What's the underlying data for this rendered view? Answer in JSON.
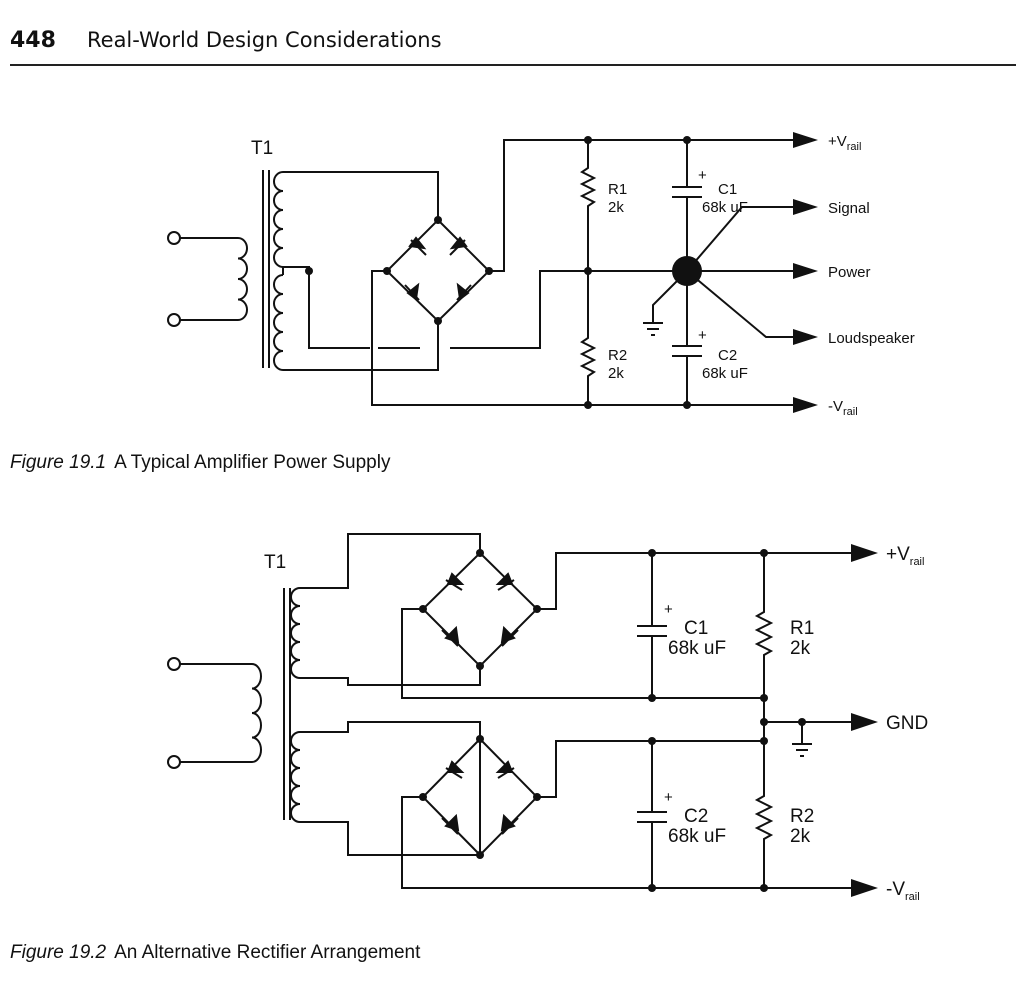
{
  "header": {
    "page_number": "448",
    "running_title": "Real-World Design Considerations"
  },
  "figure1": {
    "transformer": "T1",
    "r1": {
      "name": "R1",
      "value": "2k"
    },
    "r2": {
      "name": "R2",
      "value": "2k"
    },
    "c1": {
      "name": "C1",
      "value": "68k uF",
      "polarity": "+"
    },
    "c2": {
      "name": "C2",
      "value": "68k uF",
      "polarity": "+"
    },
    "rail_pos": {
      "main": "+V",
      "sub": "rail"
    },
    "rail_neg": {
      "main": "-V",
      "sub": "rail"
    },
    "outputs": [
      "Signal",
      "Power",
      "Loudspeaker"
    ],
    "caption_number": "Figure 19.1",
    "caption_text": "A Typical Amplifier Power Supply"
  },
  "figure2": {
    "transformer": "T1",
    "c1": {
      "name": "C1",
      "value": "68k uF",
      "polarity": "+"
    },
    "c2": {
      "name": "C2",
      "value": "68k uF",
      "polarity": "+"
    },
    "r1": {
      "name": "R1",
      "value": "2k"
    },
    "r2": {
      "name": "R2",
      "value": "2k"
    },
    "rail_pos": {
      "main": "+V",
      "sub": "rail"
    },
    "rail_neg": {
      "main": "-V",
      "sub": "rail"
    },
    "gnd": "GND",
    "caption_number": "Figure 19.2",
    "caption_text": "An Alternative Rectifier Arrangement"
  }
}
